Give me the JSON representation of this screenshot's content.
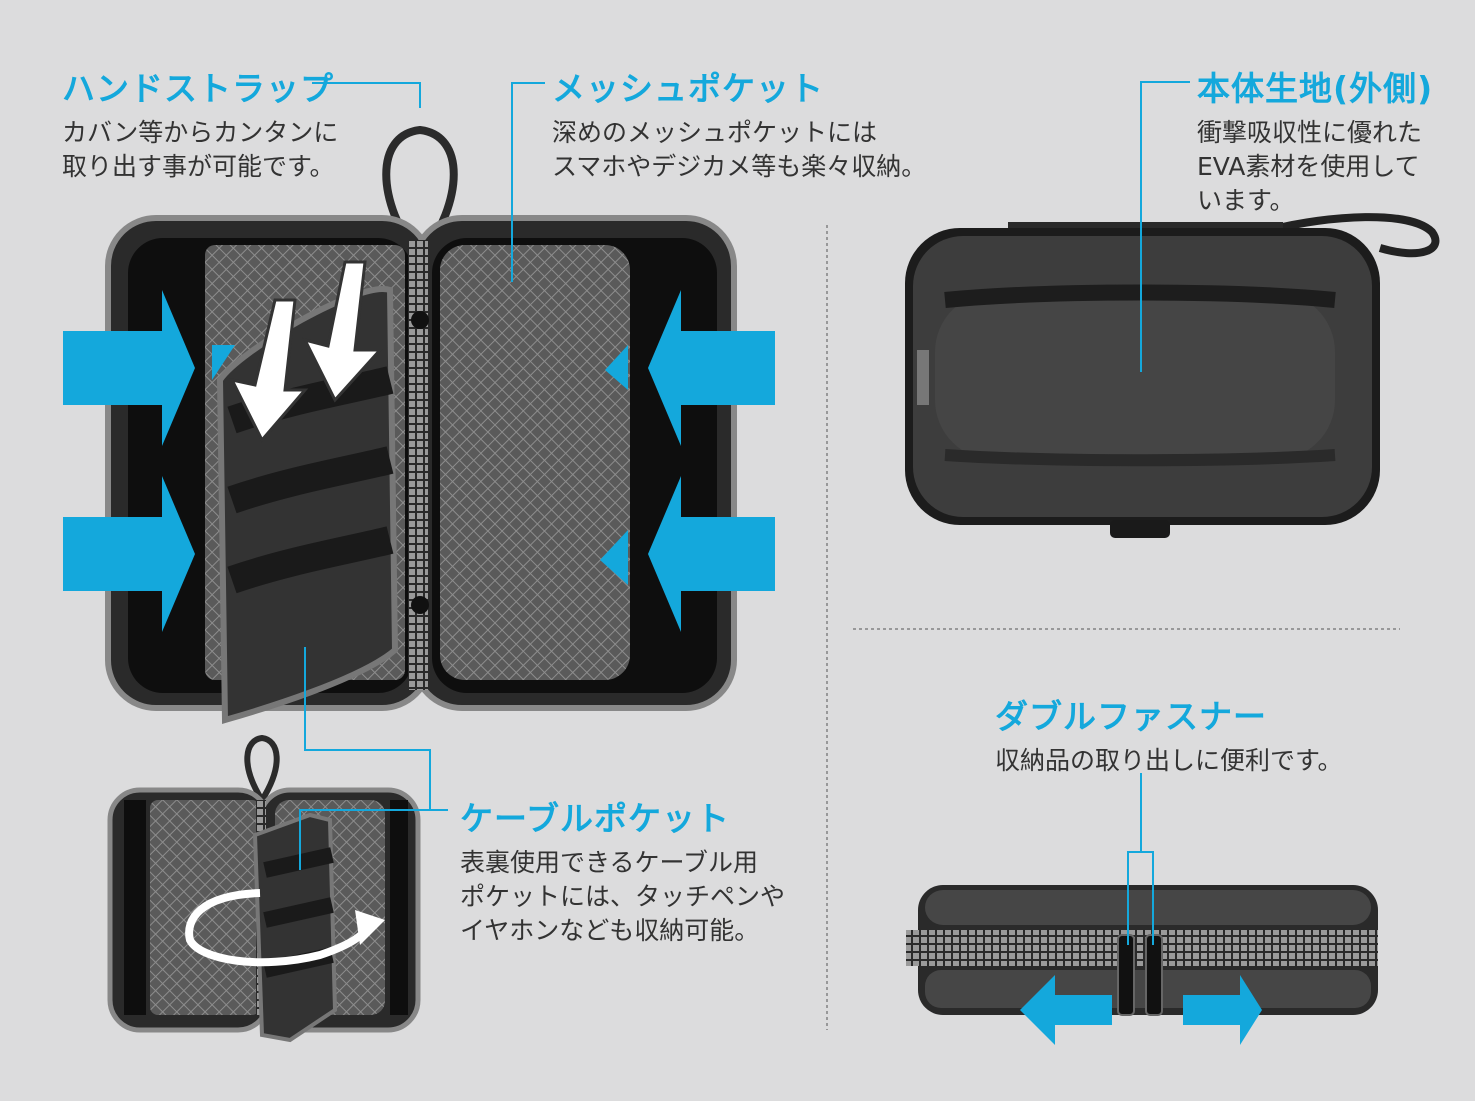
{
  "colors": {
    "background": "#dcdcdd",
    "accent": "#14a8dc",
    "case_dark": "#3a3a3a",
    "text": "#333333"
  },
  "callouts": {
    "hand_strap": {
      "title": "ハンドストラップ",
      "lines": [
        "カバン等からカンタンに",
        "取り出す事が可能です。"
      ]
    },
    "mesh_pocket": {
      "title": "メッシュポケット",
      "lines": [
        "深めのメッシュポケットには",
        "スマホやデジカメ等も楽々収納。"
      ]
    },
    "body_fabric": {
      "title": "本体生地(外側)",
      "lines": [
        "衝撃吸収性に優れた",
        "EVA素材を使用して",
        "います。"
      ]
    },
    "cable_pocket": {
      "title": "ケーブルポケット",
      "lines": [
        "表裏使用できるケーブル用",
        "ポケットには、タッチペンや",
        "イヤホンなども収納可能。"
      ]
    },
    "double_zipper": {
      "title": "ダブルファスナー",
      "lines": [
        "収納品の取り出しに便利です。"
      ]
    }
  },
  "icons": [
    "inward-arrow-icon",
    "down-arrow-icon",
    "rotate-arrow-icon",
    "left-arrow-icon",
    "right-arrow-icon"
  ]
}
